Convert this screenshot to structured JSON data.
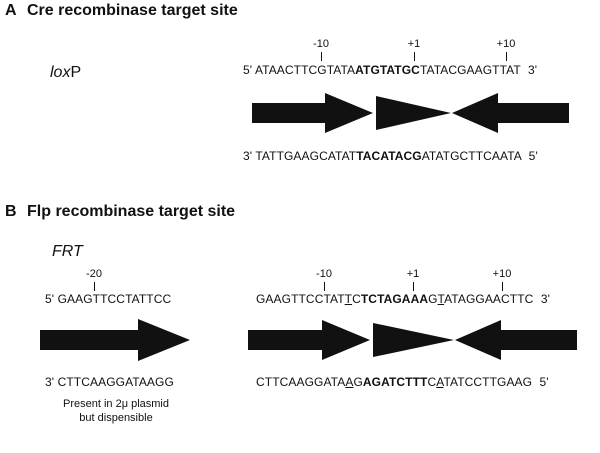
{
  "section_a": {
    "letter": "A",
    "title": "Cre recombinase target site",
    "site_name_italic": "lox",
    "site_name_rest": "P",
    "positions": [
      "-10",
      "+1",
      "+10"
    ],
    "top_strand": {
      "five_prime": "5'",
      "parts": [
        {
          "text": "ATAACTTCGTATA",
          "bold": false
        },
        {
          "text": "ATGTATGC",
          "bold": true
        },
        {
          "text": "TATACGAAGTTAT",
          "bold": false
        }
      ],
      "three_prime": "3'"
    },
    "bottom_strand": {
      "three_prime": "3'",
      "parts": [
        {
          "text": "TATTGAAGCATAT",
          "bold": false
        },
        {
          "text": "TACATACG",
          "bold": true
        },
        {
          "text": "ATATGCTTCAATA",
          "bold": false
        }
      ],
      "five_prime": "5'"
    }
  },
  "section_b": {
    "letter": "B",
    "title": "Flp recombinase target site",
    "site_name": "FRT",
    "left_position": "-20",
    "left_top": {
      "five_prime": "5'",
      "text": "GAAGTTCCTATTCC"
    },
    "left_bottom": {
      "three_prime": "3'",
      "text": "CTTCAAGGATAAGG"
    },
    "note_line1": "Present in 2μ plasmid",
    "note_line2": "but dispensible",
    "positions": [
      "-10",
      "+1",
      "+10"
    ],
    "top_strand": {
      "parts": [
        {
          "text": "GAAGTTCCTAT",
          "bold": false,
          "underline": false
        },
        {
          "text": "T",
          "bold": false,
          "underline": true
        },
        {
          "text": "C",
          "bold": false,
          "underline": false
        },
        {
          "text": "TCTAGAAA",
          "bold": true,
          "underline": false
        },
        {
          "text": "G",
          "bold": false,
          "underline": false
        },
        {
          "text": "T",
          "bold": false,
          "underline": true
        },
        {
          "text": "ATAGGAACTTC",
          "bold": false,
          "underline": false
        }
      ],
      "three_prime": "3'"
    },
    "bottom_strand": {
      "parts": [
        {
          "text": "CTTCAAGGATA",
          "bold": false,
          "underline": false
        },
        {
          "text": "A",
          "bold": false,
          "underline": true
        },
        {
          "text": "G",
          "bold": false,
          "underline": false
        },
        {
          "text": "AGATCTTT",
          "bold": true,
          "underline": false
        },
        {
          "text": "C",
          "bold": false,
          "underline": false
        },
        {
          "text": "A",
          "bold": false,
          "underline": true
        },
        {
          "text": "TATCCTTGAAG",
          "bold": false,
          "underline": false
        }
      ],
      "five_prime": "5'"
    }
  }
}
